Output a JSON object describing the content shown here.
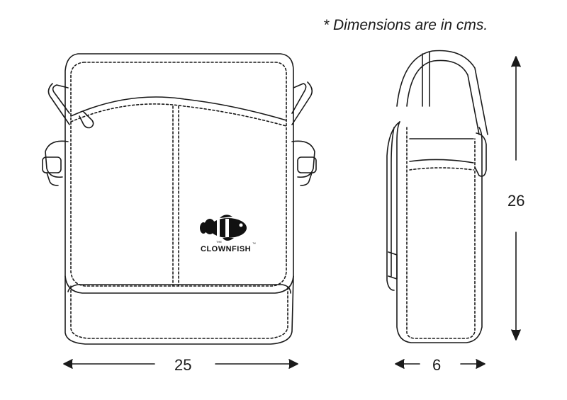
{
  "note": "* Dimensions are in cms.",
  "dimensions": {
    "width": "25",
    "depth": "6",
    "height": "26"
  },
  "logo": {
    "prefix": "THE",
    "brand": "CLOWNFISH",
    "trademark": "™"
  },
  "colors": {
    "line": "#1a1a1a",
    "background": "#ffffff",
    "logo": "#111111"
  }
}
